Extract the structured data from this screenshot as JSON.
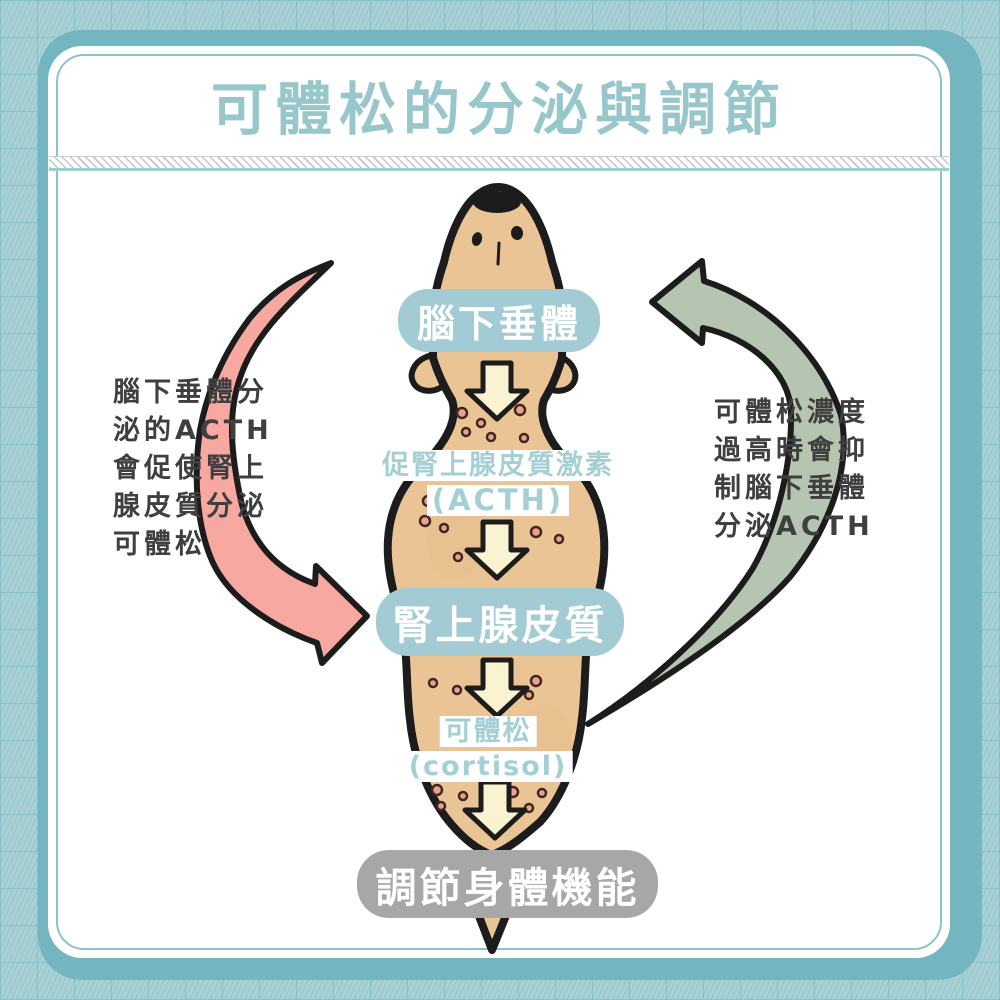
{
  "title": "可體松的分泌與調節",
  "flow": {
    "pituitary": {
      "label": "腦下垂體"
    },
    "acth": {
      "label": "促腎上腺皮質激素",
      "abbr": "(ACTH)"
    },
    "adrenal_cortex": {
      "label": "腎上腺皮質"
    },
    "cortisol": {
      "label": "可體松",
      "abbr": "(cortisol)"
    },
    "outcome": {
      "label": "調節身體機能"
    }
  },
  "notes": {
    "left": {
      "text": "腦下垂體分泌的ACTH會促使腎上腺皮質分泌可體松",
      "lines": [
        "腦下垂體分",
        "泌的ACTH",
        "會促使腎上",
        "腺皮質分泌",
        "可體松"
      ]
    },
    "right": {
      "text": "可體松濃度過高時會抑制腦下垂體分泌ACTH",
      "lines": [
        "可體松濃度",
        "過高時會抑",
        "制腦下垂體",
        "分泌ACTH"
      ]
    }
  },
  "colors": {
    "page_bg": "#a7d1d5",
    "frame": "#74b6c0",
    "card_bg": "#ffffff",
    "inner_border": "#8cc3cb",
    "title": "#97c7cb",
    "organ_box": "#a2cbd3",
    "outcome_box": "#a7a7a7",
    "box_text": "#ffffff",
    "hormone_text": "#a4cfd4",
    "note_text": "#3f3f3f",
    "arrow_pink": "#f7a9a1",
    "arrow_green": "#b6c5b1",
    "flow_arrow": "#faf3d2",
    "outline": "#1c1c1c",
    "dog_body": "#eac494",
    "dot_fill": "#ec9f94",
    "dot_ring": "#40291c",
    "divider_line": "#9ccfd4"
  }
}
